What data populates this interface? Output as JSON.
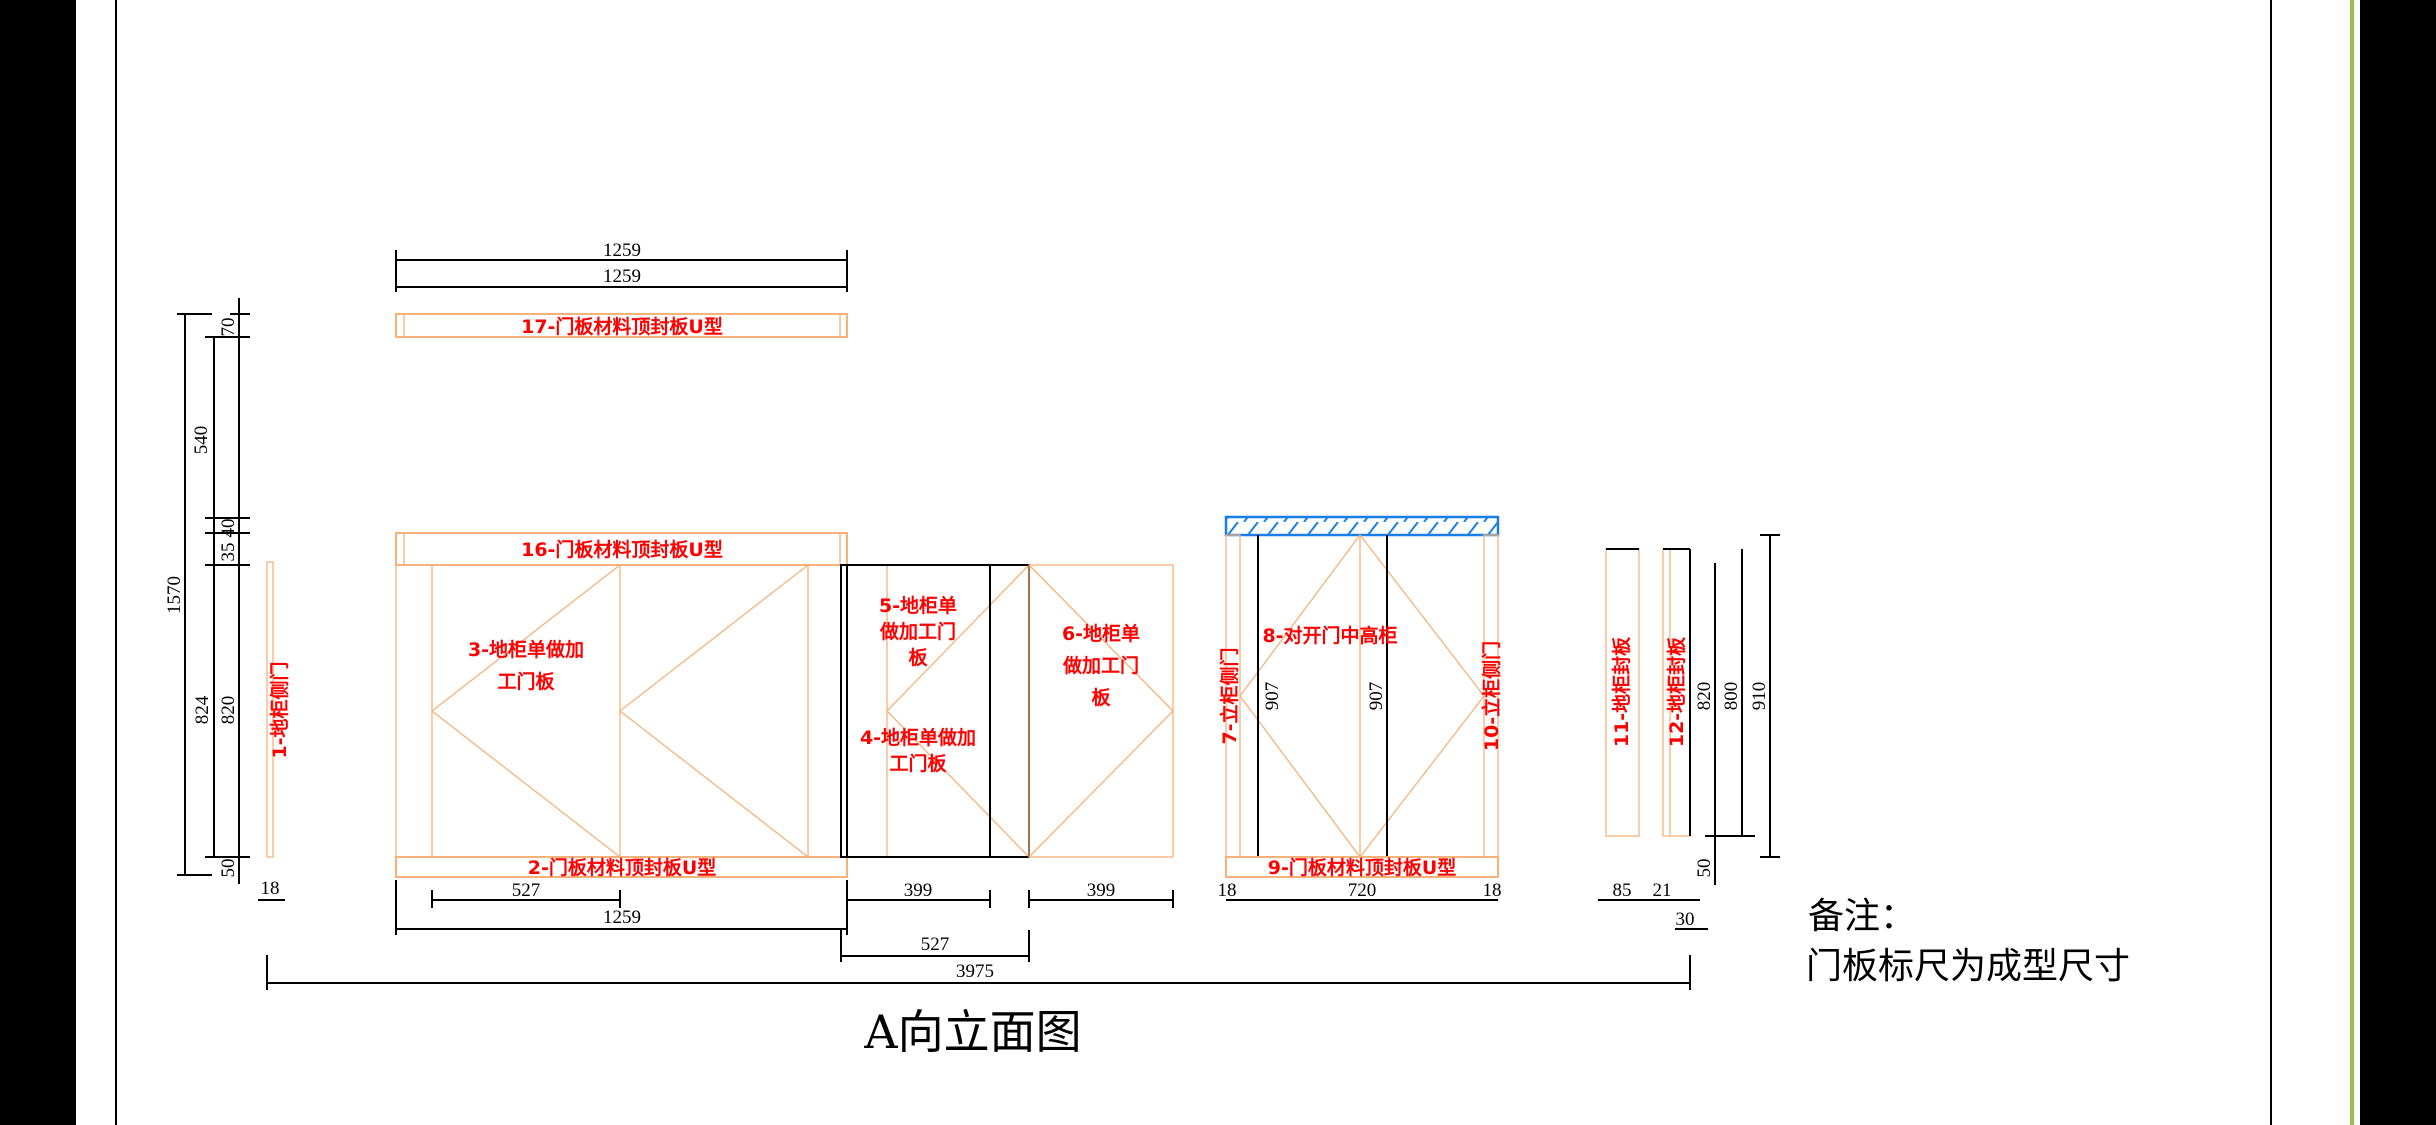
{
  "drawing": {
    "title": "A向立面图",
    "note_heading": "备注：",
    "note_text": "门板标尺为成型尺寸",
    "colors": {
      "outline": "#f7b27a",
      "label": "#ff0000",
      "hatch": "#1a7fe8",
      "frame": "#000000",
      "edge": "#9bbf4f"
    }
  },
  "labels": {
    "p17": "17-门板材料顶封板U型",
    "p16": "16-门板材料顶封板U型",
    "p2": "2-门板材料顶封板U型",
    "p9": "9-门板材料顶封板U型",
    "p1": "1-地柜侧门",
    "p3a": "3-地柜单做加",
    "p3b": "工门板",
    "p4a": "4-地柜单做加",
    "p4b": "工门板",
    "p5a": "5-地柜单",
    "p5b": "做加工门",
    "p5c": "板",
    "p6a": "6-地柜单",
    "p6b": "做加工门",
    "p6c": "板",
    "p7": "7-立柜侧门",
    "p8": "8-对开门中高柜",
    "p10": "10-立柜侧门",
    "p11": "11-地柜封板",
    "p12": "12-地柜封板"
  },
  "dims": {
    "top1": "1259",
    "top2": "1259",
    "v70": "70",
    "v540": "540",
    "v35": "35",
    "v40": "40",
    "v1570": "1570",
    "v824": "824",
    "v820": "820",
    "v50": "50",
    "b18": "18",
    "b527": "527",
    "b1259": "1259",
    "b399a": "399",
    "b399b": "399",
    "b527b": "527",
    "b3975": "3975",
    "v907a": "907",
    "v907b": "907",
    "c18a": "18",
    "c720": "720",
    "c18b": "18",
    "r85": "85",
    "r21": "21",
    "r30": "30",
    "r820": "820",
    "r800": "800",
    "r910": "910",
    "r50": "50"
  }
}
